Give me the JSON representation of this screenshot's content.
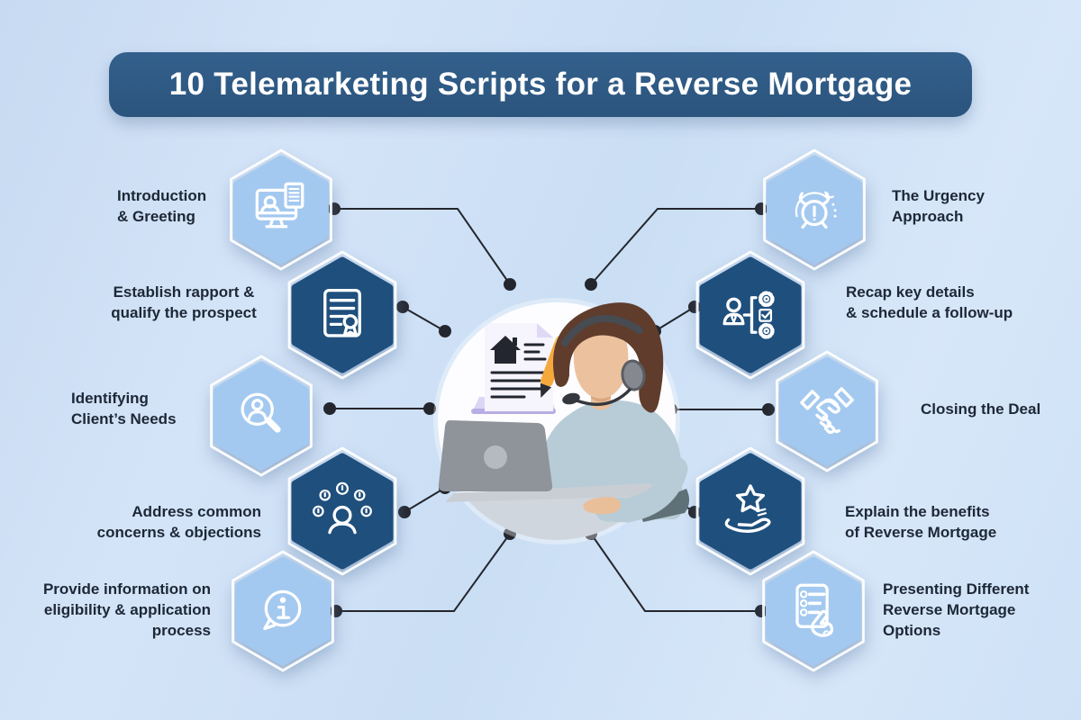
{
  "title": "10 Telemarketing Scripts for a Reverse Mortgage",
  "steps": [
    {
      "label": "Introduction & Greeting",
      "lines": [
        "Introduction",
        "& Greeting"
      ],
      "icon": "monitor-person-document-icon",
      "variant": "light",
      "side": "left"
    },
    {
      "label": "Establish rapport & qualify the prospect",
      "lines": [
        "Establish rapport &",
        "qualify the prospect"
      ],
      "icon": "certificate-document-icon",
      "variant": "dark",
      "side": "left"
    },
    {
      "label": "Identifying Client’s Needs",
      "lines": [
        "Identifying",
        "Client’s Needs"
      ],
      "icon": "magnifier-person-icon",
      "variant": "light",
      "side": "left"
    },
    {
      "label": "Address common concerns & objections",
      "lines": [
        "Address common",
        "concerns & objections"
      ],
      "icon": "person-objection-bubbles-icon",
      "variant": "dark",
      "side": "left"
    },
    {
      "label": "Provide information on eligibility & application process",
      "lines": [
        "Provide information on",
        "eligibility & application",
        "process"
      ],
      "icon": "info-speech-bubble-icon",
      "variant": "light",
      "side": "left"
    },
    {
      "label": "The Urgency Approach",
      "lines": [
        "The Urgency",
        "Approach"
      ],
      "icon": "alarm-clock-urgency-icon",
      "variant": "light",
      "side": "right"
    },
    {
      "label": "Recap key details & schedule a follow-up",
      "lines": [
        "Recap key details",
        "& schedule a follow-up"
      ],
      "icon": "person-gears-checklist-icon",
      "variant": "dark",
      "side": "right"
    },
    {
      "label": "Closing the Deal",
      "lines": [
        "Closing the Deal"
      ],
      "icon": "handshake-icon",
      "variant": "light",
      "side": "right"
    },
    {
      "label": "Explain the benefits of Reverse Mortgage",
      "lines": [
        "Explain the benefits",
        "of Reverse Mortgage"
      ],
      "icon": "hand-holding-star-icon",
      "variant": "dark",
      "side": "right"
    },
    {
      "label": "Presenting Different Reverse Mortgage Options",
      "lines": [
        "Presenting Different",
        "Reverse Mortgage",
        "Options"
      ],
      "icon": "checklist-pointing-hand-icon",
      "variant": "light",
      "side": "right"
    }
  ],
  "center": {
    "description": "Telemarketer wearing a headset working on a laptop beside a reverse-mortgage document",
    "elements": [
      "headset-agent",
      "laptop",
      "document-with-house-icon",
      "orange-pen",
      "desk"
    ]
  },
  "colors": {
    "background": "#cfe1f6",
    "banner": "#2d5880",
    "title_text": "#ffffff",
    "hex_light": "#a4c9f0",
    "hex_dark": "#1f4f7c",
    "hex_ring": "#ffffff",
    "icon_stroke": "#ffffff",
    "connector": "#24262d",
    "label_text": "#1d2737"
  }
}
